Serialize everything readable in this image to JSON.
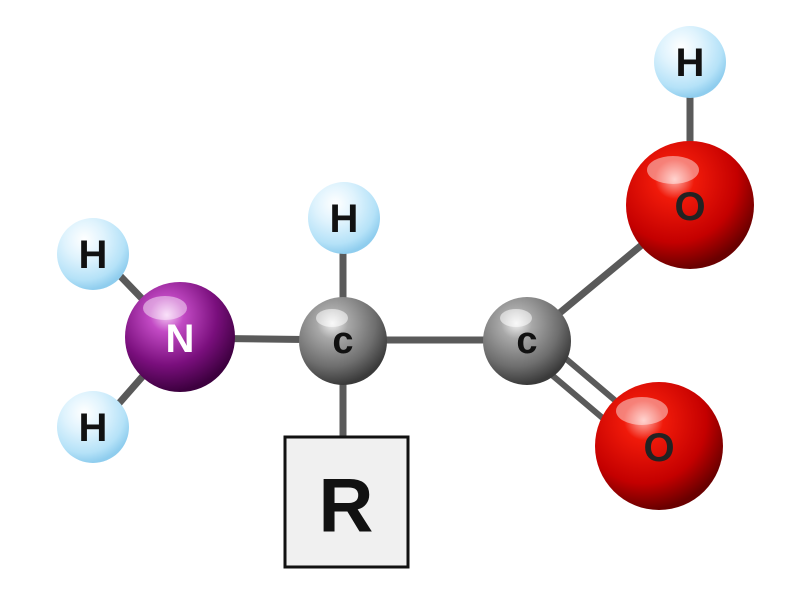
{
  "atoms": {
    "n": {
      "label": "N",
      "color": "#8a1a8c"
    },
    "c_alpha": {
      "label": "c",
      "color": "#8a8a8a"
    },
    "c_carboxyl": {
      "label": "c",
      "color": "#8a8a8a"
    },
    "o_hydroxyl": {
      "label": "O",
      "color": "#e00000"
    },
    "o_carbonyl": {
      "label": "O",
      "color": "#e00000"
    },
    "h_alpha": {
      "label": "H",
      "color": "#bfe8fb"
    },
    "h_amine_top": {
      "label": "H",
      "color": "#bfe8fb"
    },
    "h_amine_bottom": {
      "label": "H",
      "color": "#bfe8fb"
    },
    "h_hydroxyl": {
      "label": "H",
      "color": "#bfe8fb"
    }
  },
  "side_chain": {
    "label": "R"
  },
  "colors": {
    "bond": "#5a5a5a",
    "background": "#ffffff",
    "r_box_fill": "#f0f0f0",
    "r_box_stroke": "#111111"
  }
}
